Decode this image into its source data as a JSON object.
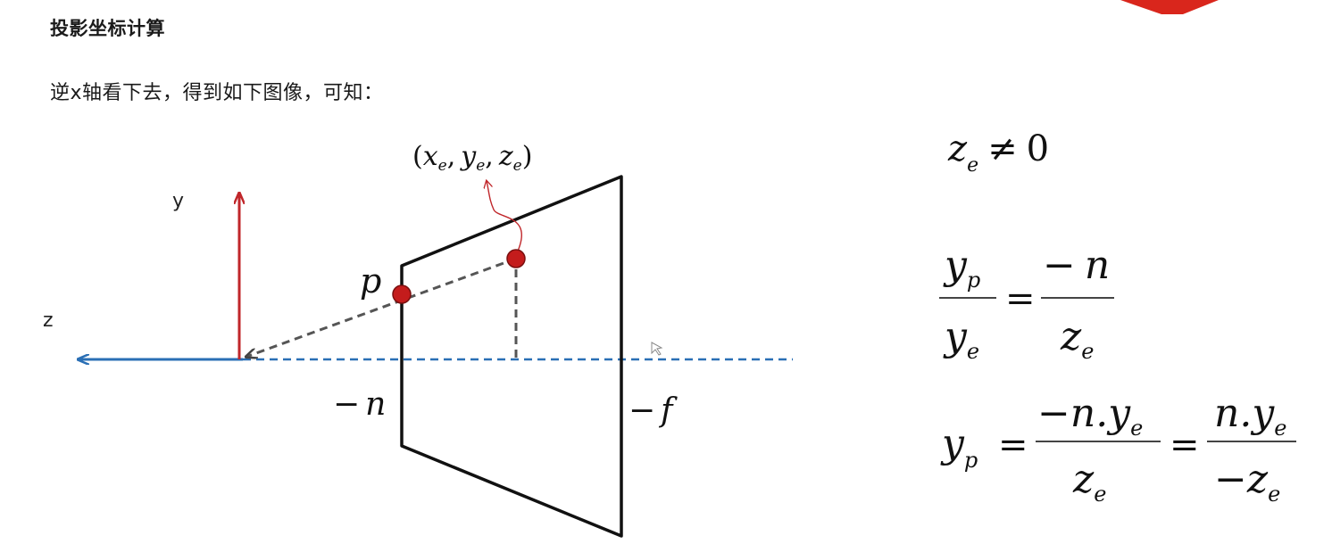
{
  "header": {
    "title": "投影坐标计算",
    "subtitle": "逆x轴看下去，得到如下图像，可知："
  },
  "colors": {
    "y_axis": "#c0262a",
    "z_axis": "#2a6fb5",
    "point": "#c41c1c",
    "corner": "#d9261c"
  },
  "diagram": {
    "y_label": "y",
    "z_label": "z",
    "point_p_label": "p",
    "point_e_label": {
      "open": "(",
      "x": "x",
      "y": "y",
      "z": "z",
      "sub": "e",
      "comma": ",",
      "close": ")"
    },
    "near_label": {
      "minus": "−",
      "var": "n"
    },
    "far_label": {
      "minus": "−",
      "var": "f"
    }
  },
  "equations": {
    "eq1": {
      "z": "z",
      "e": "e",
      "neq": "≠",
      "zero": "0"
    },
    "eq2": {
      "y": "y",
      "p": "p",
      "e": "e",
      "eq": "=",
      "minus": "−",
      "n": "n",
      "z": "z"
    },
    "eq3": {
      "y": "y",
      "p": "p",
      "eq": "=",
      "num1": "−n.y",
      "e": "e",
      "z": "z",
      "num2": "n.y",
      "den2": "−z"
    }
  }
}
